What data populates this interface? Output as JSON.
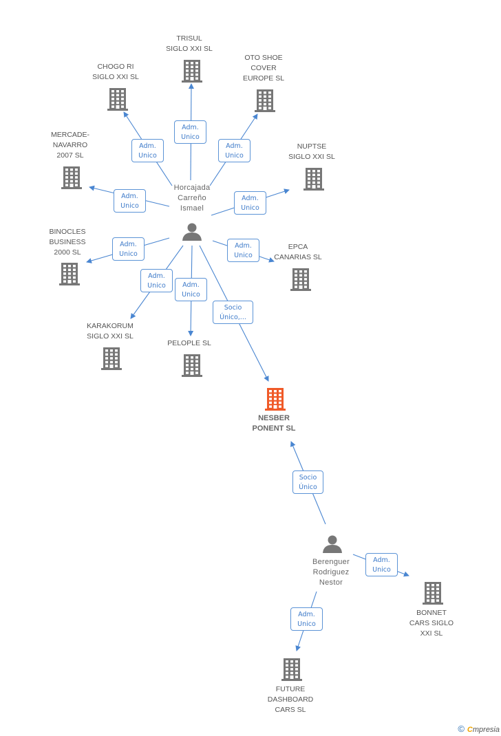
{
  "colors": {
    "edge": "#4a86d1",
    "building": "#777777",
    "focus_building": "#f05a28",
    "person": "#777777"
  },
  "persons": [
    {
      "id": "p1",
      "label": "Horcajada\nCarreño\nIsmael"
    },
    {
      "id": "p2",
      "label": "Berenguer\nRodriguez\nNestor"
    }
  ],
  "companies": [
    {
      "id": "trisul",
      "label": "TRISUL\nSIGLO XXI SL",
      "focus": false
    },
    {
      "id": "chogo",
      "label": "CHOGO RI\nSIGLO XXI SL",
      "focus": false
    },
    {
      "id": "otoshoe",
      "label": "OTO SHOE\nCOVER\nEUROPE SL",
      "focus": false
    },
    {
      "id": "mercade",
      "label": "MERCADE-\nNAVARRO\n2007 SL",
      "focus": false
    },
    {
      "id": "nuptse",
      "label": "NUPTSE\nSIGLO XXI SL",
      "focus": false
    },
    {
      "id": "binocles",
      "label": "BINOCLES\nBUSINESS\n2000 SL",
      "focus": false
    },
    {
      "id": "epca",
      "label": "EPCA\nCANARIAS SL",
      "focus": false
    },
    {
      "id": "karakorum",
      "label": "KARAKORUM\nSIGLO XXI SL",
      "focus": false
    },
    {
      "id": "pelople",
      "label": "PELOPLE SL",
      "focus": false
    },
    {
      "id": "nesber",
      "label": "NESBER\nPONENT SL",
      "focus": true
    },
    {
      "id": "bonnet",
      "label": "BONNET\nCARS SIGLO\nXXI SL",
      "focus": false
    },
    {
      "id": "future",
      "label": "FUTURE\nDASHBOARD\nCARS SL",
      "focus": false
    }
  ],
  "edges": [
    {
      "from": "p1",
      "to": "trisul",
      "label": "Adm.\nUnico"
    },
    {
      "from": "p1",
      "to": "chogo",
      "label": "Adm.\nUnico"
    },
    {
      "from": "p1",
      "to": "otoshoe",
      "label": "Adm.\nUnico"
    },
    {
      "from": "p1",
      "to": "mercade",
      "label": "Adm.\nUnico"
    },
    {
      "from": "p1",
      "to": "nuptse",
      "label": "Adm.\nUnico"
    },
    {
      "from": "p1",
      "to": "binocles",
      "label": "Adm.\nUnico"
    },
    {
      "from": "p1",
      "to": "epca",
      "label": "Adm.\nUnico"
    },
    {
      "from": "p1",
      "to": "karakorum",
      "label": "Adm.\nUnico"
    },
    {
      "from": "p1",
      "to": "pelople",
      "label": "Adm.\nUnico"
    },
    {
      "from": "p1",
      "to": "nesber",
      "label": "Socio\nÚnico,..."
    },
    {
      "from": "p2",
      "to": "nesber",
      "label": "Socio\nÚnico"
    },
    {
      "from": "p2",
      "to": "bonnet",
      "label": "Adm.\nUnico"
    },
    {
      "from": "p2",
      "to": "future",
      "label": "Adm.\nUnico"
    }
  ],
  "footer": {
    "copyright": "©",
    "brand_initial": "C",
    "brand_rest": "mpresia"
  }
}
